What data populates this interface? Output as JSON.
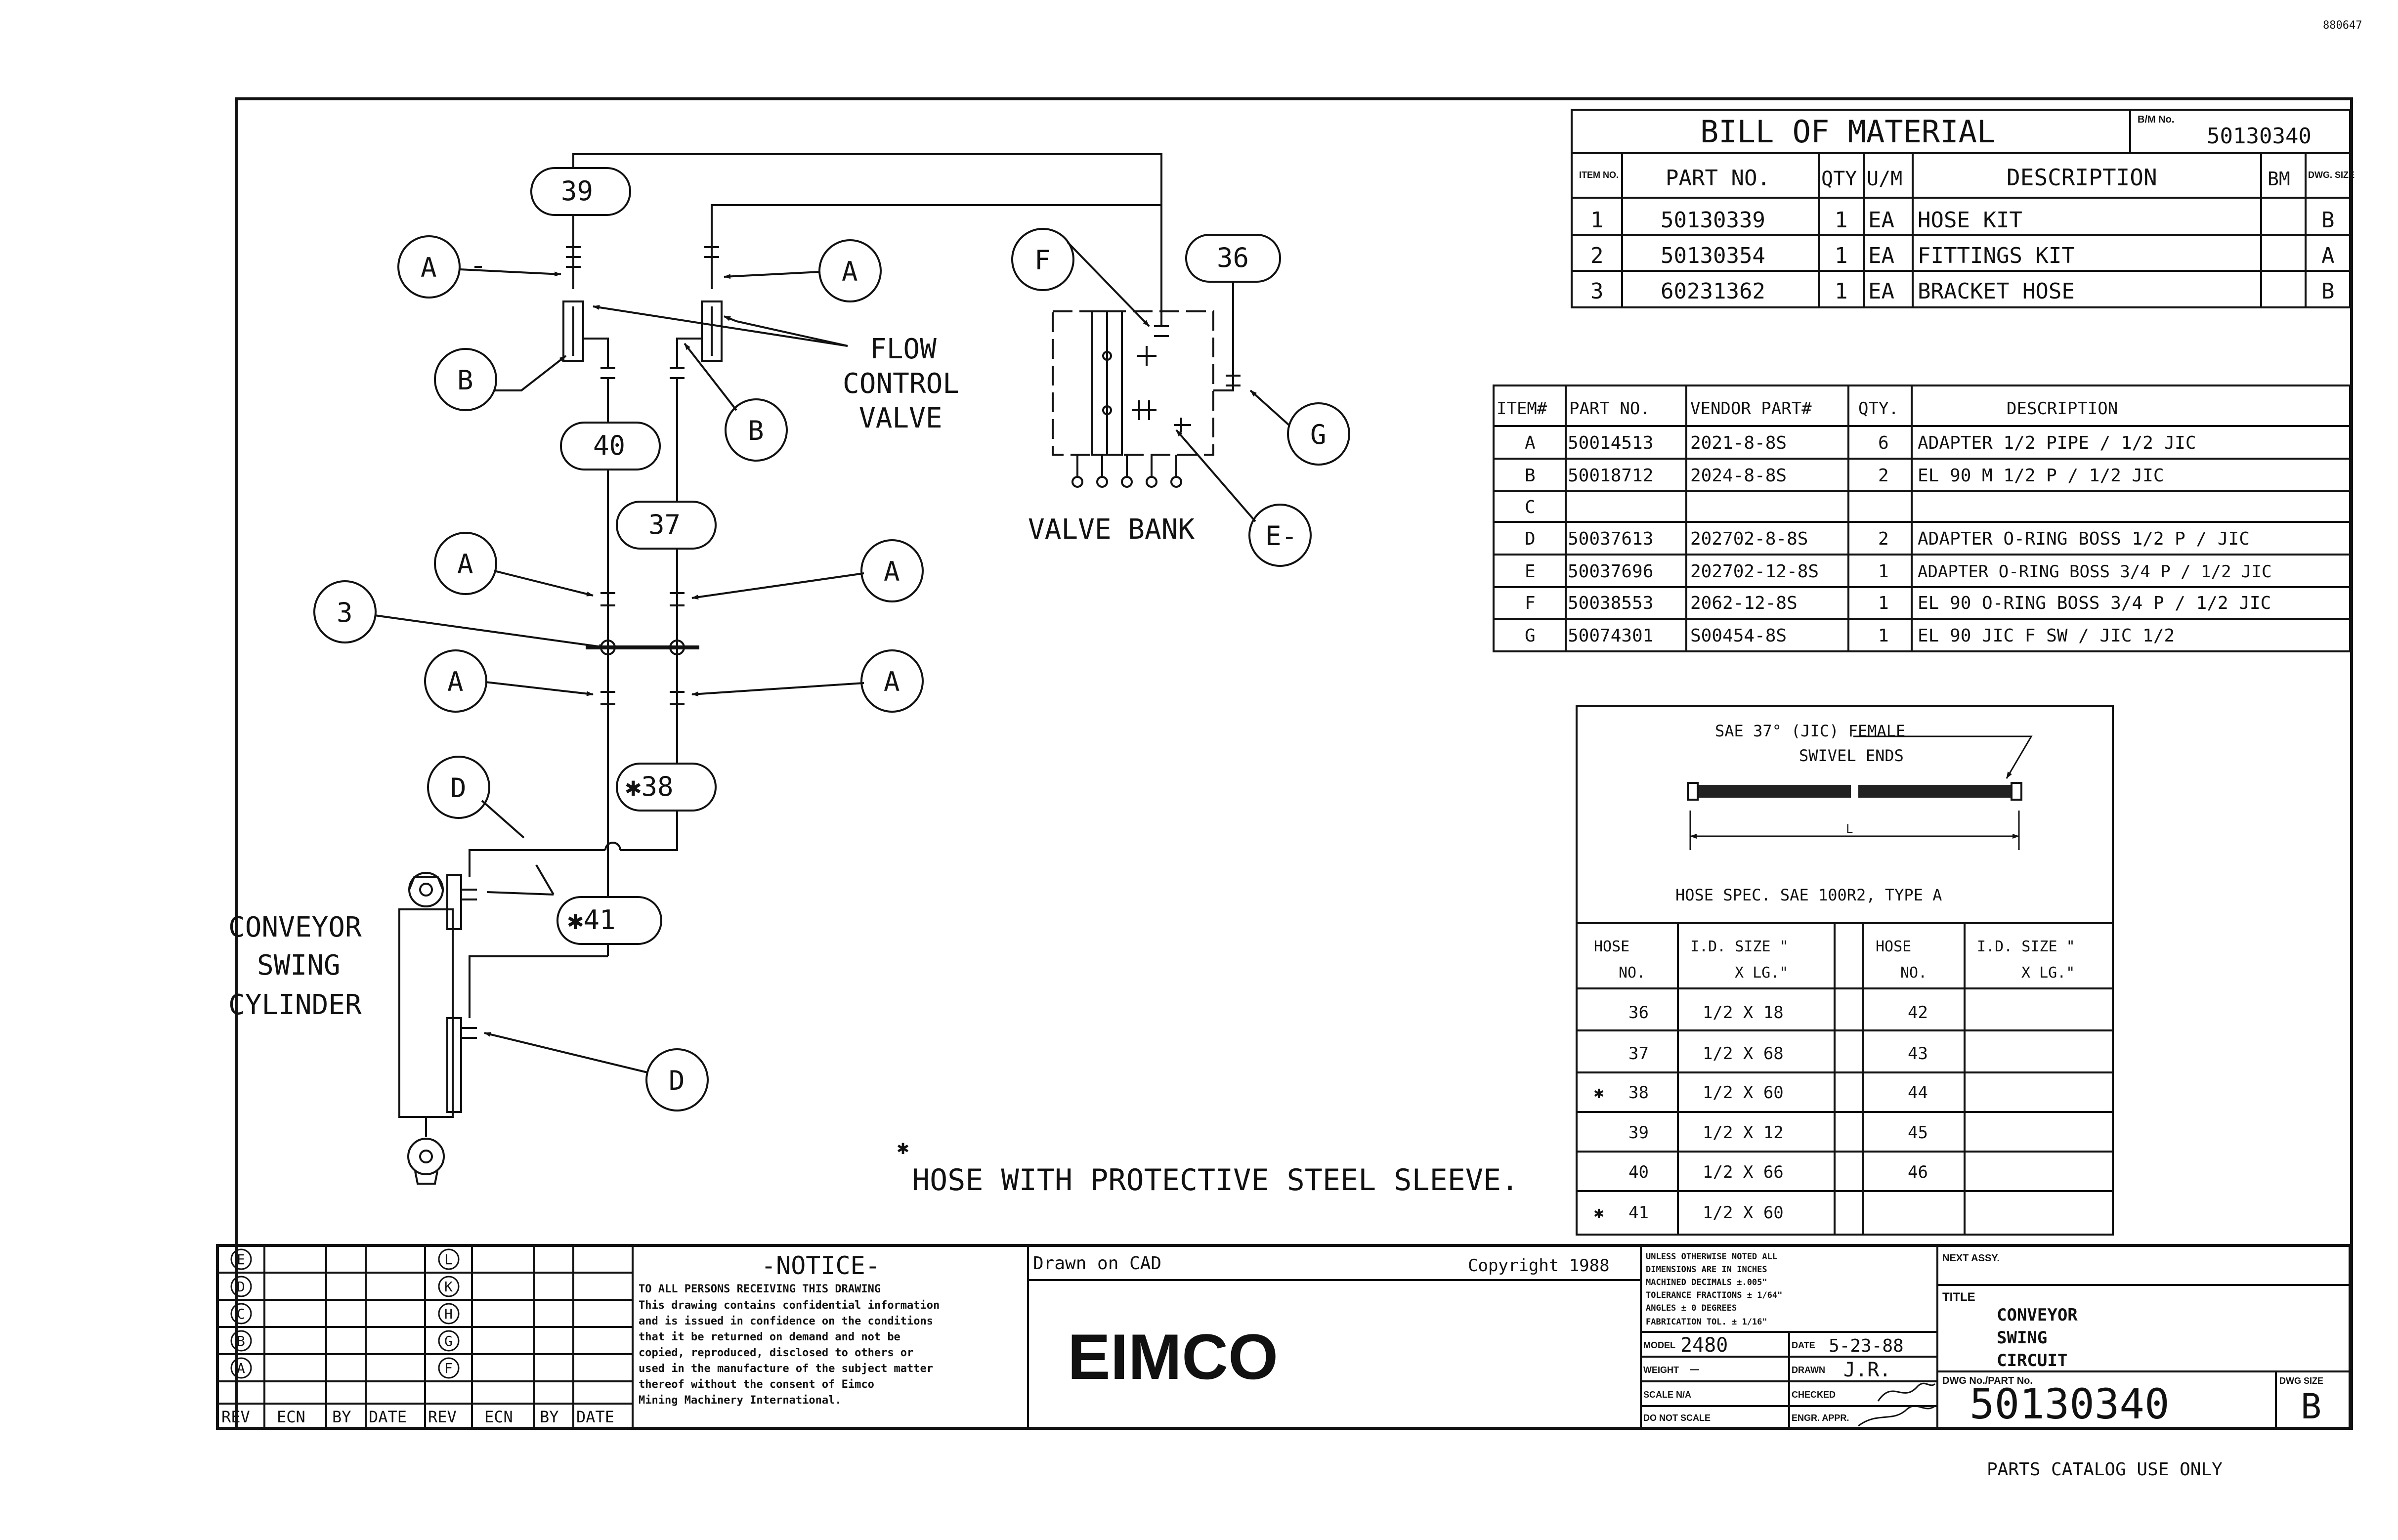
{
  "corner_code": "880647",
  "footer_note": "PARTS CATALOG USE ONLY",
  "bom": {
    "title": "BILL OF MATERIAL",
    "bn_label": "B/M No.",
    "bn_value": "50130340",
    "headers": [
      "ITEM NO.",
      "PART NO.",
      "QTY",
      "U/M",
      "DESCRIPTION",
      "BM",
      "DWG. SIZE"
    ],
    "rows": [
      [
        "1",
        "50130339",
        "1",
        "EA",
        "HOSE KIT",
        "",
        "B"
      ],
      [
        "2",
        "50130354",
        "1",
        "EA",
        "FITTINGS KIT",
        "",
        "A"
      ],
      [
        "3",
        "60231362",
        "1",
        "EA",
        "BRACKET HOSE",
        "",
        "B"
      ]
    ]
  },
  "fittings": {
    "headers": [
      "ITEM#",
      "PART NO.",
      "VENDOR PART#",
      "QTY.",
      "DESCRIPTION"
    ],
    "rows": [
      [
        "A",
        "50014513",
        "2021-8-8S",
        "6",
        "ADAPTER 1/2 PIPE / 1/2 JIC"
      ],
      [
        "B",
        "50018712",
        "2024-8-8S",
        "2",
        "EL 90 M 1/2 P / 1/2 JIC"
      ],
      [
        "C",
        "",
        "",
        "",
        ""
      ],
      [
        "D",
        "50037613",
        "202702-8-8S",
        "2",
        "ADAPTER O-RING BOSS 1/2 P / JIC"
      ],
      [
        "E",
        "50037696",
        "202702-12-8S",
        "1",
        "ADAPTER O-RING BOSS 3/4 P / 1/2 JIC"
      ],
      [
        "F",
        "50038553",
        "2062-12-8S",
        "1",
        "EL 90 O-RING BOSS 3/4 P / 1/2 JIC"
      ],
      [
        "G",
        "50074301",
        "S00454-8S",
        "1",
        "EL 90 JIC F SW / JIC 1/2"
      ]
    ]
  },
  "hose": {
    "label_top": "SAE 37° (JIC) FEMALE",
    "label_top2": "SWIVEL ENDS",
    "dim_label": "L",
    "spec": "HOSE SPEC. SAE 100R2, TYPE A",
    "headers": [
      "HOSE NO.",
      "I.D. SIZE \" X LG.\"",
      "HOSE NO.",
      "I.D. SIZE \" X LG.\""
    ],
    "left": [
      {
        "mark": "",
        "no": "36",
        "size": "1/2 X 18"
      },
      {
        "mark": "",
        "no": "37",
        "size": "1/2 X 68"
      },
      {
        "mark": "✱",
        "no": "38",
        "size": "1/2 X 60"
      },
      {
        "mark": "",
        "no": "39",
        "size": "1/2 X 12"
      },
      {
        "mark": "",
        "no": "40",
        "size": "1/2 X 66"
      },
      {
        "mark": "✱",
        "no": "41",
        "size": "1/2 X 60"
      }
    ],
    "right": [
      "42",
      "43",
      "44",
      "45",
      "46",
      ""
    ]
  },
  "diagram": {
    "hose_tags": [
      "39",
      "40",
      "37",
      "36",
      "✱38",
      "✱41"
    ],
    "fitting_tags": [
      "A",
      "B",
      "F",
      "G",
      "E-",
      "3",
      "D"
    ],
    "flow_control_label": [
      "FLOW",
      "CONTROL",
      "VALVE"
    ],
    "valve_bank_label": "VALVE BANK",
    "cylinder_label": [
      "CONVEYOR",
      "SWING",
      "CYLINDER"
    ],
    "sleeve_mark": "✱",
    "sleeve_note": "HOSE WITH PROTECTIVE STEEL SLEEVE."
  },
  "title_block": {
    "rev_circles_left": [
      "E",
      "D",
      "C",
      "B",
      "A"
    ],
    "rev_circles_right": [
      "L",
      "K",
      "H",
      "G",
      "F"
    ],
    "rev_headers": [
      "REV",
      "ECN",
      "BY",
      "DATE",
      "REV",
      "ECN",
      "BY",
      "DATE"
    ],
    "notice_title": "-NOTICE-",
    "notice_lines": [
      "TO ALL PERSONS RECEIVING THIS DRAWING",
      "This drawing contains confidential information",
      "and is issued in confidence on the conditions",
      "that it be returned on demand and not be",
      "copied, reproduced, disclosed to others or",
      "used in the manufacture of the subject matter",
      "thereof without the consent of Eimco",
      "Mining Machinery International."
    ],
    "drawn_on": "Drawn on CAD",
    "copyright": "Copyright 1988",
    "company": "EIMCO",
    "tolerance_lines": [
      "UNLESS OTHERWISE NOTED ALL",
      "DIMENSIONS ARE IN INCHES",
      "MACHINED  DECIMALS ±.005\"",
      "TOLERANCE  FRACTIONS ± 1/64\"",
      "            ANGLES ± 0 DEGREES",
      "FABRICATION TOL. ± 1/16\""
    ],
    "model_label": "MODEL",
    "model_value": "2480",
    "date_label": "DATE",
    "date_value": "5-23-88",
    "weight_label": "WEIGHT",
    "weight_value": "—",
    "drawn_label": "DRAWN",
    "drawn_value": "J.R.",
    "scale_label": "SCALE N/A",
    "checked_label": "CHECKED",
    "do_not_scale": "DO NOT SCALE",
    "engr_label": "ENGR. APPR.",
    "next_assy": "NEXT ASSY.",
    "title_label": "TITLE",
    "title_lines": [
      "CONVEYOR",
      "SWING",
      "CIRCUIT"
    ],
    "dwg_label": "DWG No./PART No.",
    "dwg_value": "50130340",
    "dwg_size_label": "DWG SIZE",
    "dwg_size_value": "B"
  }
}
